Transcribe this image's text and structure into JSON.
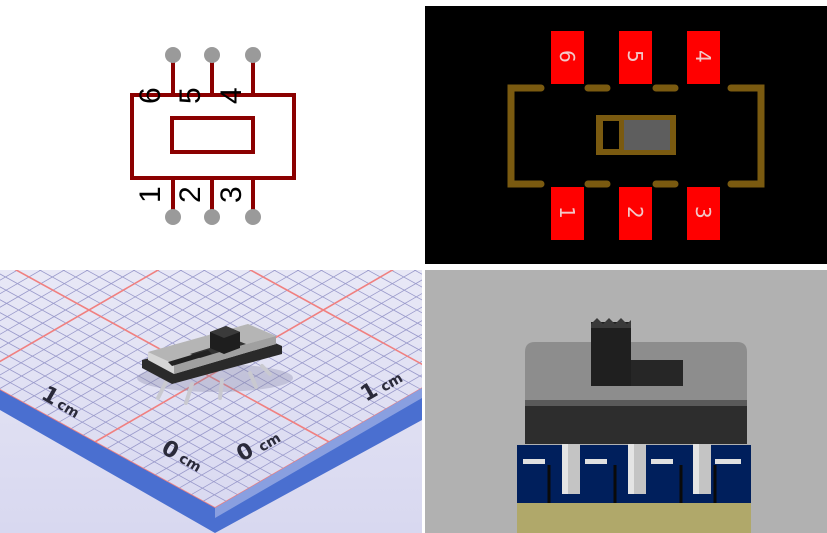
{
  "schematic": {
    "pins_top": [
      "6",
      "5",
      "4"
    ],
    "pins_bottom": [
      "1",
      "2",
      "3"
    ],
    "colors": {
      "body": "#8b0000",
      "pin_dot": "#9a9a9a"
    }
  },
  "footprint": {
    "pads_top": [
      "6",
      "5",
      "4"
    ],
    "pads_bottom": [
      "1",
      "2",
      "3"
    ],
    "colors": {
      "pad": "#ff0000",
      "silkscreen": "#7a5a10",
      "background": "#000000"
    }
  },
  "photo": {
    "ruler_labels": {
      "left_1": "1",
      "left_0": "0",
      "right_0": "0",
      "right_1": "1",
      "unit": "cm"
    },
    "colors": {
      "grid_major": "#f08080",
      "grid_minor": "#9a9acb",
      "ruler_edge": "#4a6fd0"
    }
  },
  "model": {
    "colors": {
      "housing": "#2d2d2d",
      "housing_top": "#8d8d8d",
      "base": "#001f5c",
      "feet": "#b0a86a"
    }
  }
}
